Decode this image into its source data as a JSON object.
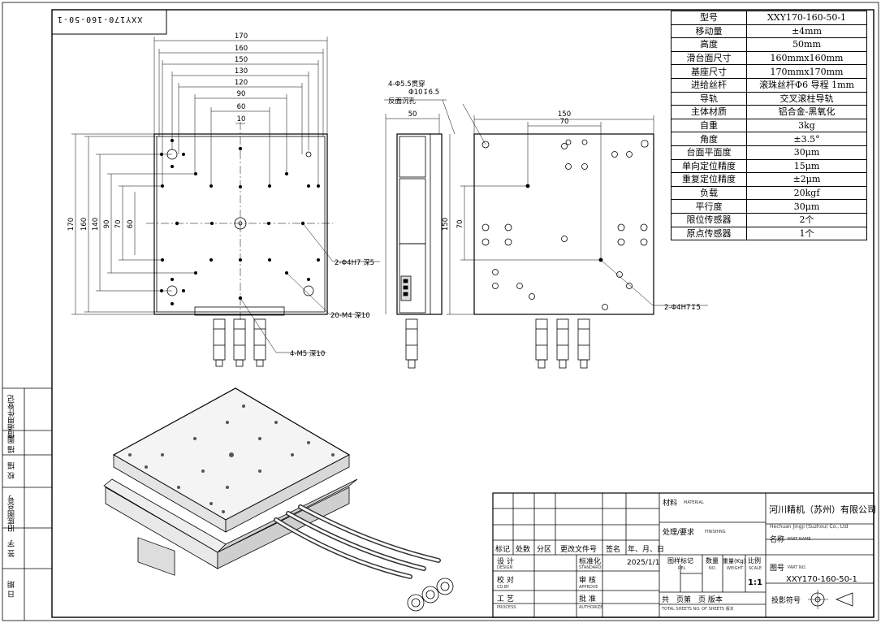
{
  "title_block": {
    "company": "河川精机（苏州）有限公司",
    "company_en": "Hechuan Jingji (Suzhou) Co., Ltd",
    "name_label": "名称",
    "name_label_en": "PART NAME",
    "drawing_no_label": "图号",
    "drawing_no_label_en": "PART NO.",
    "drawing_no": "XXY170-160-50-1",
    "material_label": "材料",
    "material_label_en": "MATERIAL",
    "finish_label": "处理/要求",
    "finish_label_en": "FINISHING",
    "projection_label": "投影符号",
    "scale": "1:1",
    "date": "2025/1/1",
    "rev_row": [
      "标记",
      "处数",
      "分区",
      "更改文件号",
      "签名",
      "年、月、日"
    ],
    "design": "设 计",
    "design_en": "DESIGN",
    "check": "校 对",
    "check_en": "CO.BY",
    "process": "工 艺",
    "process_en": "PROCESS",
    "standard": "标准化",
    "standard_en": "STANDARD",
    "review": "审 核",
    "review_en": "APPROVE",
    "approve": "批 准",
    "approve_en": "AUTHORIZE",
    "stage_mark": "图样标记",
    "stage_mark_en": "REL",
    "quantity": "数量",
    "quantity_en": "NO.",
    "weight": "重量(Kg)",
    "weight_en": "WEIGHT",
    "scale_label": "比例",
    "scale_label_en": "SCALE",
    "sheets": "共　页第　页 版本",
    "sheets_en": "TOTAL SHEETS NO. OF SHEETS 版本"
  },
  "reversed_code": "XXY170-160-50-1",
  "side_labels": [
    "借通用件登记",
    "描 图",
    "校 描",
    "旧底图总号",
    "签 字",
    "日 期"
  ],
  "specs": [
    {
      "k": "型号",
      "v": "XXY170-160-50-1"
    },
    {
      "k": "移动量",
      "v": "±4mm"
    },
    {
      "k": "高度",
      "v": "50mm"
    },
    {
      "k": "滑台面尺寸",
      "v": "160mmx160mm"
    },
    {
      "k": "基座尺寸",
      "v": "170mmx170mm"
    },
    {
      "k": "进给丝杆",
      "v": "滚珠丝杆Φ6 导程 1mm"
    },
    {
      "k": "导轨",
      "v": "交叉滚柱导轨"
    },
    {
      "k": "主体材质",
      "v": "铝合金-黑氧化"
    },
    {
      "k": "自重",
      "v": "3kg"
    },
    {
      "k": "角度",
      "v": "±3.5°"
    },
    {
      "k": "台面平面度",
      "v": "30μm"
    },
    {
      "k": "单向定位精度",
      "v": "15μm"
    },
    {
      "k": "重复定位精度",
      "v": "±2μm"
    },
    {
      "k": "负载",
      "v": "20kgf"
    },
    {
      "k": "平行度",
      "v": "30μm"
    },
    {
      "k": "限位传感器",
      "v": "2个"
    },
    {
      "k": "原点传感器",
      "v": "1个"
    }
  ],
  "dims_top": [
    "170",
    "160",
    "150",
    "130",
    "120",
    "90",
    "60",
    "10"
  ],
  "dims_left": [
    "170",
    "160",
    "140",
    "90",
    "70",
    "60"
  ],
  "dims_right_view": [
    "150",
    "70"
  ],
  "dims_right_left": [
    "150",
    "70"
  ],
  "dim_side": "50",
  "notes": {
    "counterbore": "4-Φ5.5贯穿",
    "counterbore2": "Φ10↧6.5",
    "counterbore3": "反面沉孔",
    "pin_holes_front": "2-Φ4H7 深5",
    "thread_m4": "20-M4 深10",
    "thread_m5": "4-M5 深10",
    "pin_holes_right": "2-Φ4H7↧5"
  }
}
